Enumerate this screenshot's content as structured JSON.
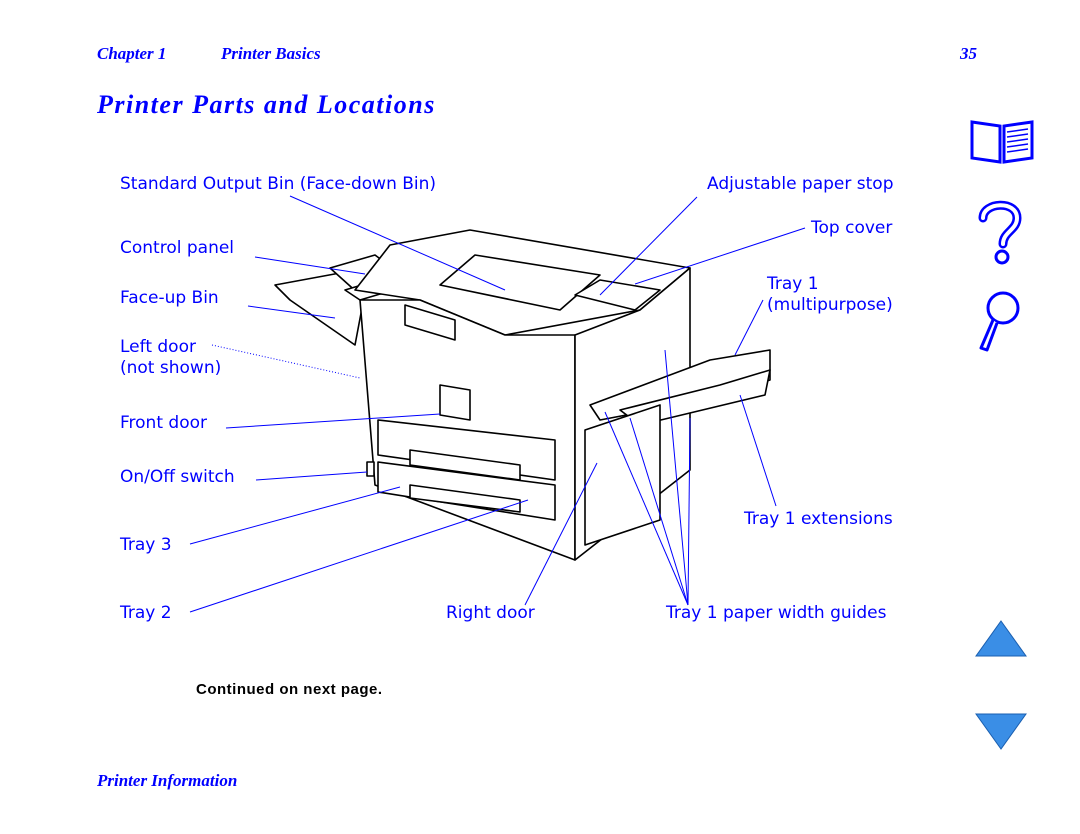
{
  "header": {
    "chapter": "Chapter 1",
    "section": "Printer Basics",
    "page_number": "35"
  },
  "title": "Printer Parts and Locations",
  "labels": {
    "standard_output_bin": "Standard Output Bin (Face-down Bin)",
    "adjustable_paper_stop": "Adjustable paper stop",
    "control_panel": "Control panel",
    "top_cover": "Top cover",
    "face_up_bin": "Face-up Bin",
    "tray1_line1": "Tray 1",
    "tray1_line2": "(multipurpose)",
    "left_door_line1": "Left door",
    "left_door_line2": "(not shown)",
    "front_door": "Front door",
    "on_off_switch": "On/Off switch",
    "tray1_extensions": "Tray 1 extensions",
    "tray3": "Tray 3",
    "tray2": "Tray 2",
    "right_door": "Right door",
    "tray1_paper_width_guides": "Tray 1 paper width guides"
  },
  "continued": "Continued on next page.",
  "footer": "Printer Information",
  "colors": {
    "accent": "#0000ff",
    "nav_blue": "#3a8ee6",
    "line": "#0000ff"
  },
  "nav_icons": [
    "book-icon",
    "help-icon",
    "search-icon",
    "up-arrow-icon",
    "down-arrow-icon"
  ]
}
